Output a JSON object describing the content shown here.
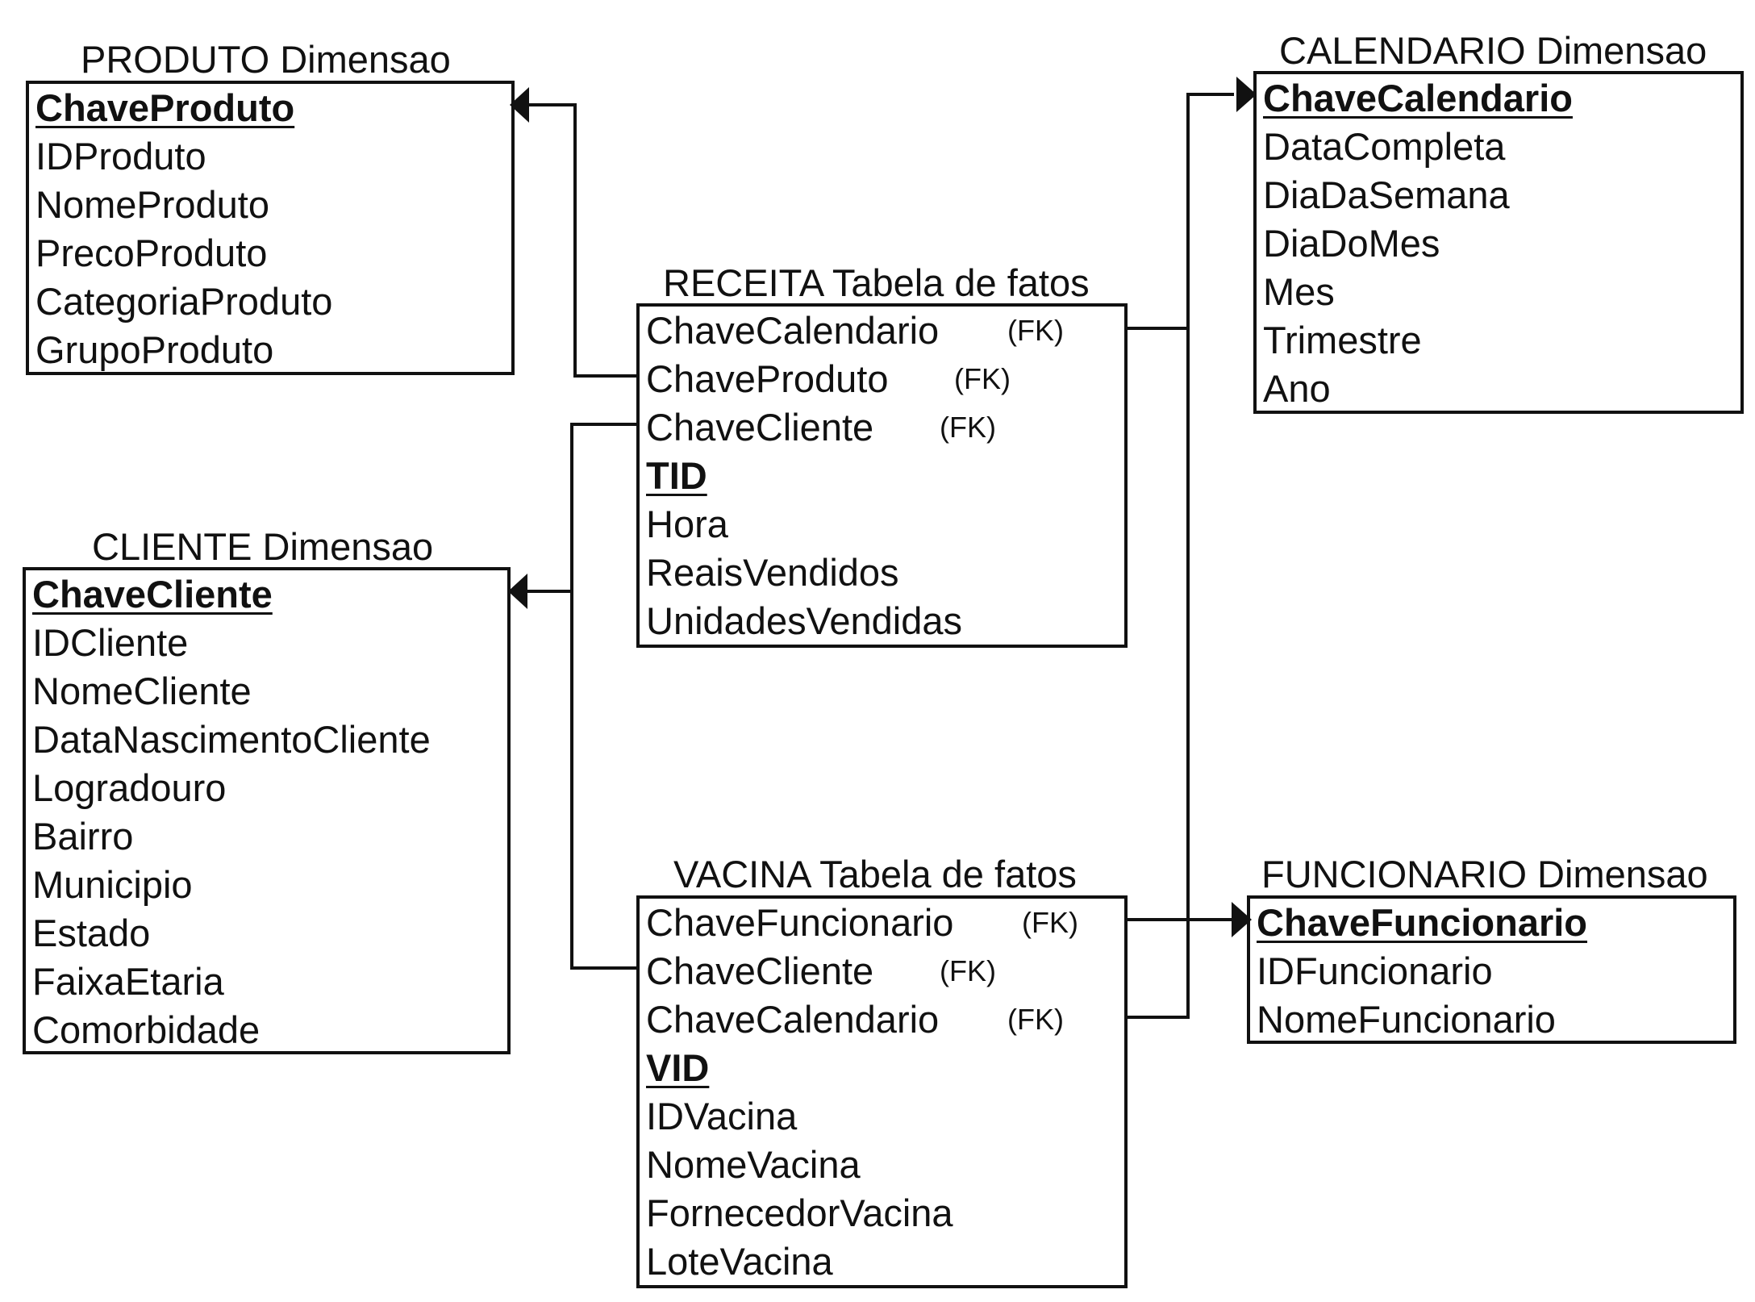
{
  "tables": {
    "produto": {
      "title": "PRODUTO Dimensao",
      "pk": "ChaveProduto",
      "fields": [
        "IDProduto",
        "NomeProduto",
        "PrecoProduto",
        "CategoriaProduto",
        "GrupoProduto"
      ]
    },
    "cliente": {
      "title": "CLIENTE Dimensao",
      "pk": "ChaveCliente",
      "fields": [
        "IDCliente",
        "NomeCliente",
        "DataNascimentoCliente",
        "Logradouro",
        "Bairro",
        "Municipio",
        "Estado",
        "FaixaEtaria",
        "Comorbidade"
      ]
    },
    "receita": {
      "title": "RECEITA Tabela de fatos",
      "fks": [
        "ChaveCalendario",
        "ChaveProduto",
        "ChaveCliente"
      ],
      "pk": "TID",
      "fields": [
        "Hora",
        "ReaisVendidos",
        "UnidadesVendidas"
      ]
    },
    "vacina": {
      "title": "VACINA Tabela de fatos",
      "fks": [
        "ChaveFuncionario",
        "ChaveCliente",
        "ChaveCalendario"
      ],
      "pk": "VID",
      "fields": [
        "IDVacina",
        "NomeVacina",
        "FornecedorVacina",
        "LoteVacina"
      ]
    },
    "calendario": {
      "title": "CALENDARIO Dimensao",
      "pk": "ChaveCalendario",
      "fields": [
        "DataCompleta",
        "DiaDaSemana",
        "DiaDoMes",
        "Mes",
        "Trimestre",
        "Ano"
      ]
    },
    "funcionario": {
      "title": "FUNCIONARIO Dimensao",
      "pk": "ChaveFuncionario",
      "fields": [
        "IDFuncionario",
        "NomeFuncionario"
      ]
    }
  },
  "fk_label": "(FK)"
}
